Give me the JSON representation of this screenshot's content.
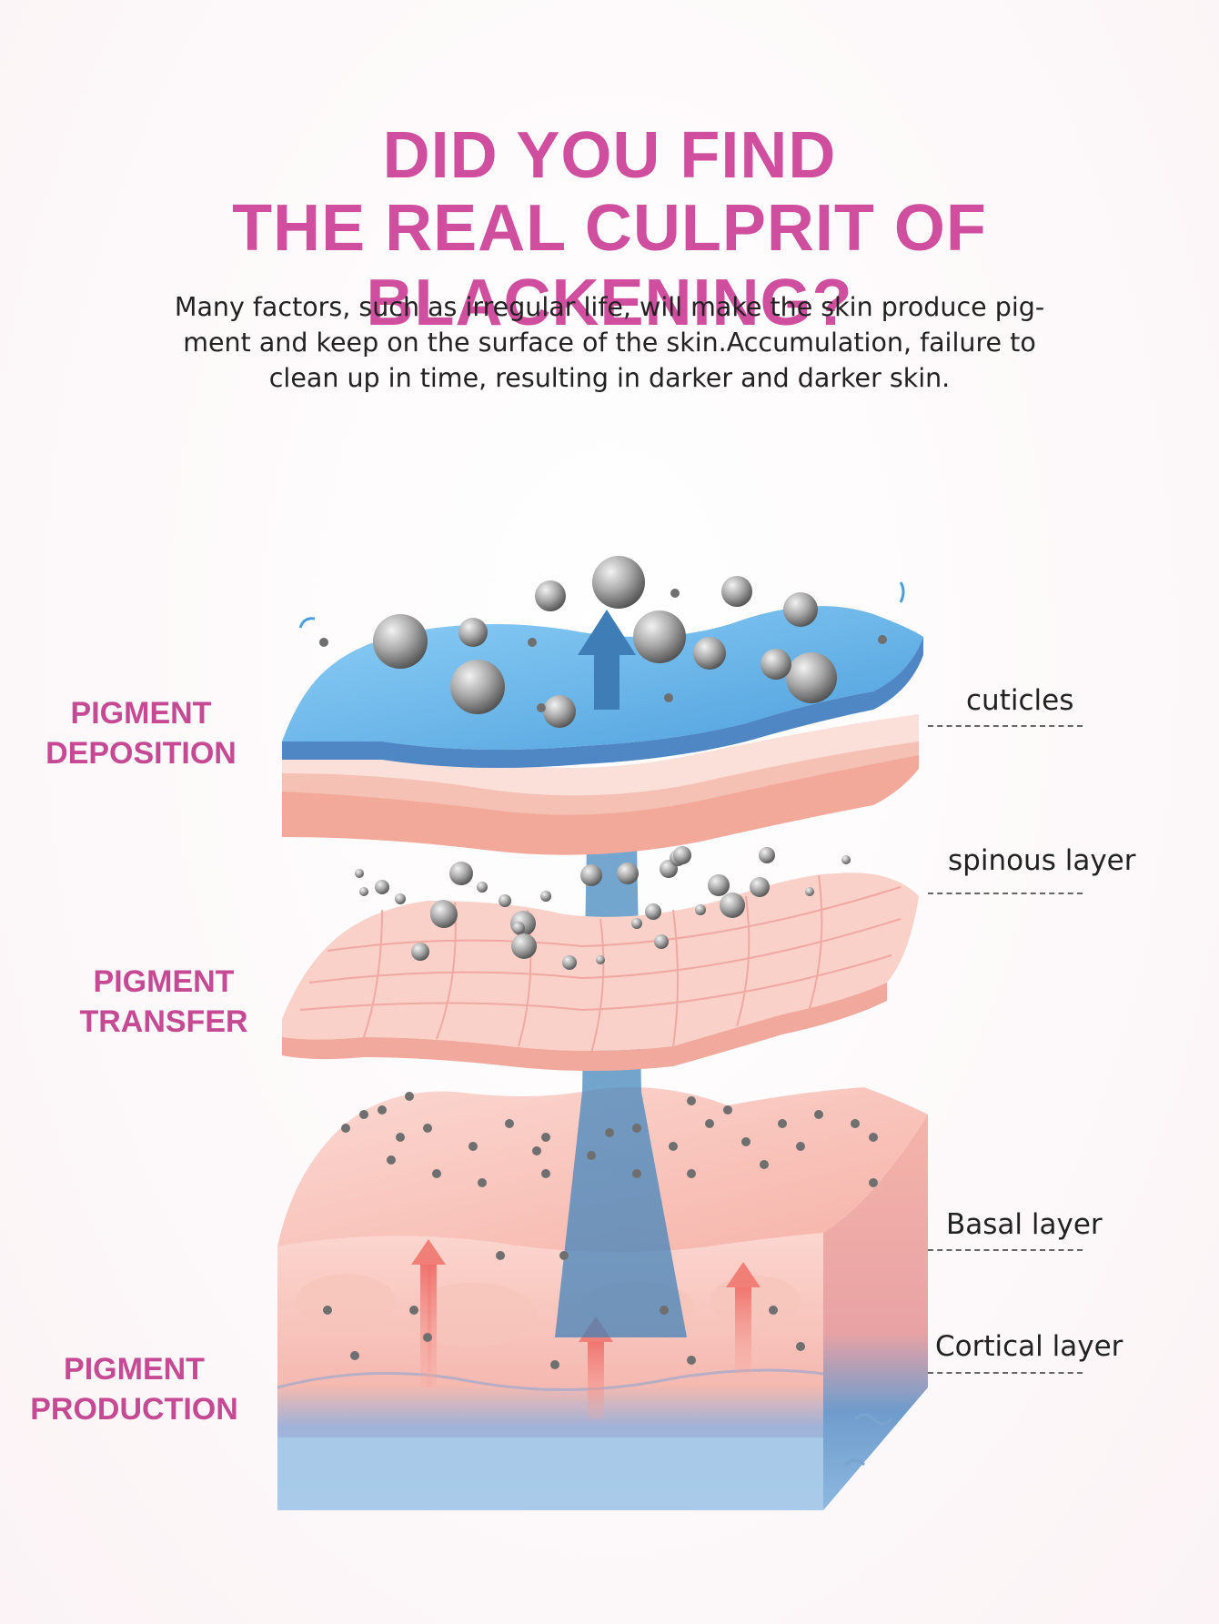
{
  "header": {
    "title_line1": "DID YOU FIND",
    "title_line2": "THE REAL CULPRIT OF BLACKENING?"
  },
  "description": {
    "line1": "Many factors, such as irregular life, will make the skin produce pig-",
    "line2": "ment and keep on the surface of the skin.Accumulation, failure to",
    "line3": "clean up in time, resulting in darker and darker skin."
  },
  "stages": [
    {
      "line1": "PIGMENT",
      "line2": "DEPOSITION"
    },
    {
      "line1": "PIGMENT",
      "line2": "TRANSFER"
    },
    {
      "line1": "PIGMENT",
      "line2": "PRODUCTION"
    }
  ],
  "layers": [
    {
      "label": "cuticles"
    },
    {
      "label": "spinous layer"
    },
    {
      "label": "Basal layer"
    },
    {
      "label": "Cortical layer"
    }
  ],
  "colors": {
    "title": "#cf4e9e",
    "stage_label": "#c54a93",
    "skin_pink": "#f6c4bb",
    "cuticle_blue": "#6fb3e6",
    "pigment_gray": "#7a7a7a"
  }
}
